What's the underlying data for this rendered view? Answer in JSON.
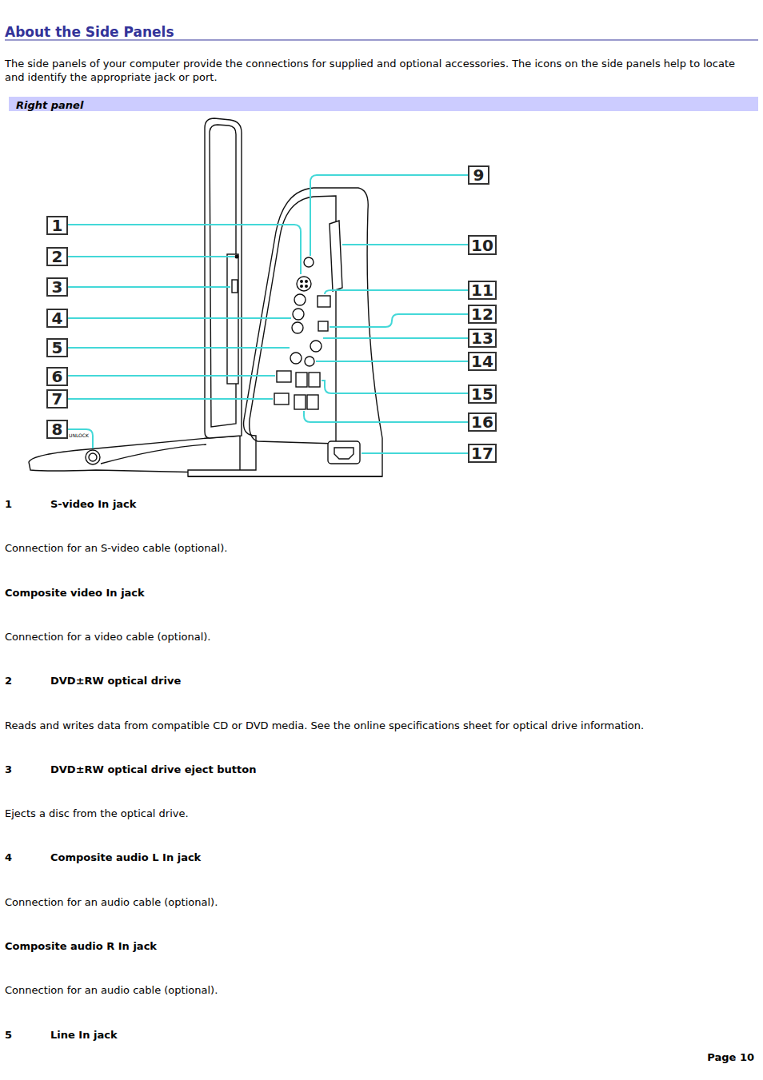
{
  "diagram": {
    "title": "About the Side Panels",
    "nodes": [
      {
        "text": [
          "Right panel"
        ]
      },
      {
        "text": [
          "1"
        ]
      },
      {
        "text": [
          "2"
        ]
      },
      {
        "text": [
          "3"
        ]
      },
      {
        "text": [
          "4"
        ]
      },
      {
        "text": [
          "5"
        ]
      },
      {
        "text": [
          "6"
        ]
      },
      {
        "text": [
          "7"
        ]
      },
      {
        "text": [
          "8"
        ]
      },
      {
        "text": [
          "9"
        ]
      },
      {
        "text": [
          "10"
        ]
      },
      {
        "text": [
          "11"
        ]
      },
      {
        "text": [
          "12"
        ]
      },
      {
        "text": [
          "13"
        ]
      },
      {
        "text": [
          "14"
        ]
      },
      {
        "text": [
          "15"
        ]
      },
      {
        "text": [
          "16"
        ]
      },
      {
        "text": [
          "17"
        ]
      }
    ],
    "labels": [
      "The side panels of your computer provide the connections for supplied and optional accessories. The icons on the side panels help to locate and identify the appropriate jack or port.",
      "UNLOCK",
      "1",
      "S-video In jack",
      "Connection for an S-video cable (optional).",
      "Composite video In jack",
      "Connection for a video cable (optional).",
      "2",
      "DVD±RW optical drive",
      "Reads and writes data from compatible CD or DVD media. See the online specifications sheet for optical drive information.",
      "3",
      "DVD±RW optical drive eject button",
      "Ejects a disc from the optical drive.",
      "4",
      "Composite audio L In jack",
      "Connection for an audio cable (optional).",
      "Composite audio R In jack",
      "Connection for an audio cable (optional).",
      "5",
      "Line In jack",
      "Page 10"
    ]
  }
}
